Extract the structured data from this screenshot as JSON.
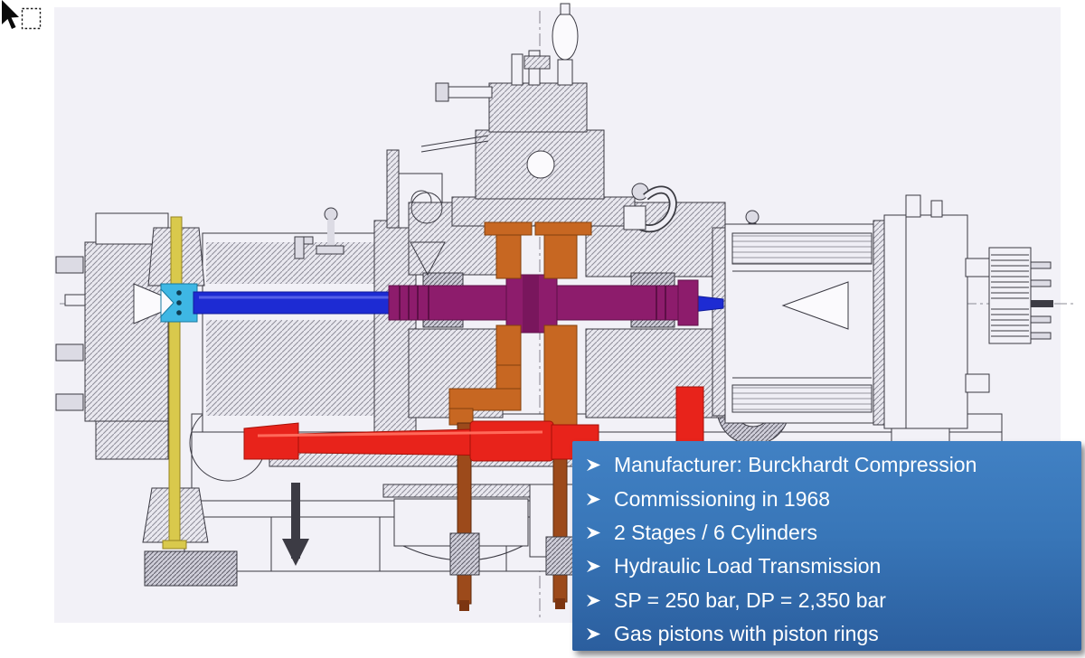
{
  "slide": {
    "background_color": "#ffffff",
    "drawing_paper_color": "#f2f1f7"
  },
  "drawing": {
    "kind": "compressor cross-section line drawing",
    "highlight_colors": {
      "tie_rod_yellow": "#d9c94c",
      "coupling_cyan": "#3eb7e4",
      "piston_rod_blue": "#1d2bd3",
      "gas_piston_magenta": "#8d1c6c",
      "yoke_orange": "#c76722",
      "oil_pipe_rust": "#9c4a1b",
      "drive_beam_red": "#e8231b"
    }
  },
  "info_box": {
    "background_top": "#4181c4",
    "background_bottom": "#2b5e9e",
    "text_color": "#ffffff",
    "bullet_icon": "➢",
    "items": [
      "Manufacturer: Burckhardt Compression",
      "Commissioning in 1968",
      "2 Stages / 6 Cylinders",
      "Hydraulic Load Transmission",
      "SP = 250 bar, DP = 2,350 bar",
      "Gas pistons with piston rings"
    ]
  },
  "cursor": {
    "primary_icon": "arrow-pointer",
    "secondary_icon": "dashed-selection-box"
  }
}
